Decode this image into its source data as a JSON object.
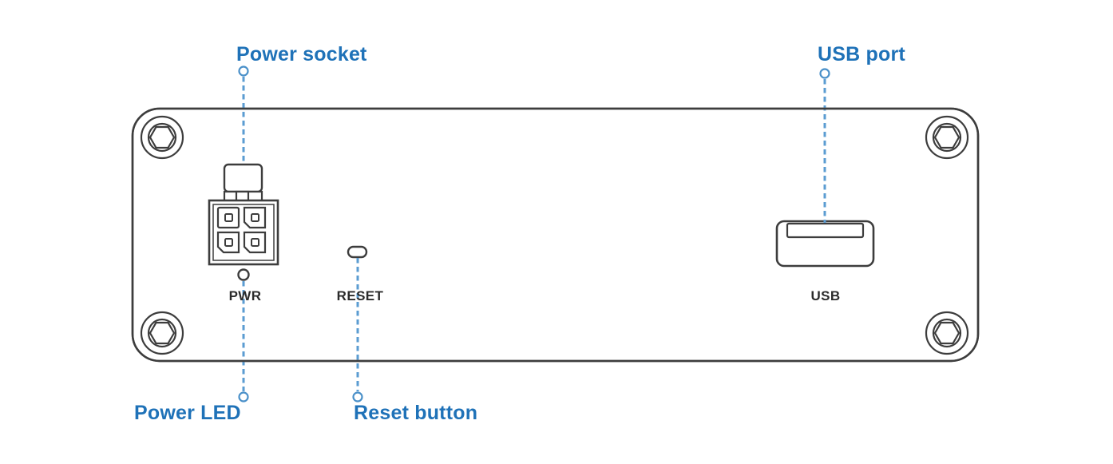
{
  "diagram": {
    "callouts": {
      "power_socket": "Power socket",
      "usb_port": "USB port",
      "power_led": "Power LED",
      "reset_button": "Reset button"
    },
    "panel_labels": {
      "pwr": "PWR",
      "reset": "RESET",
      "usb": "USB"
    },
    "icons": {
      "corner_screws": "hex-socket-screw-icon",
      "power_connector": "4-pin-power-socket-icon",
      "power_led": "led-dot-icon",
      "reset_hole": "pinhole-icon",
      "usb_port": "usb-a-port-icon"
    },
    "colors": {
      "background": "#ffffff",
      "callout_text": "#1f72b8",
      "leader_line": "#5b9cd2",
      "marker_ring": "#4a90c9",
      "line_art": "#3d3d3d",
      "panel_label_text": "#2b2b2b"
    }
  }
}
